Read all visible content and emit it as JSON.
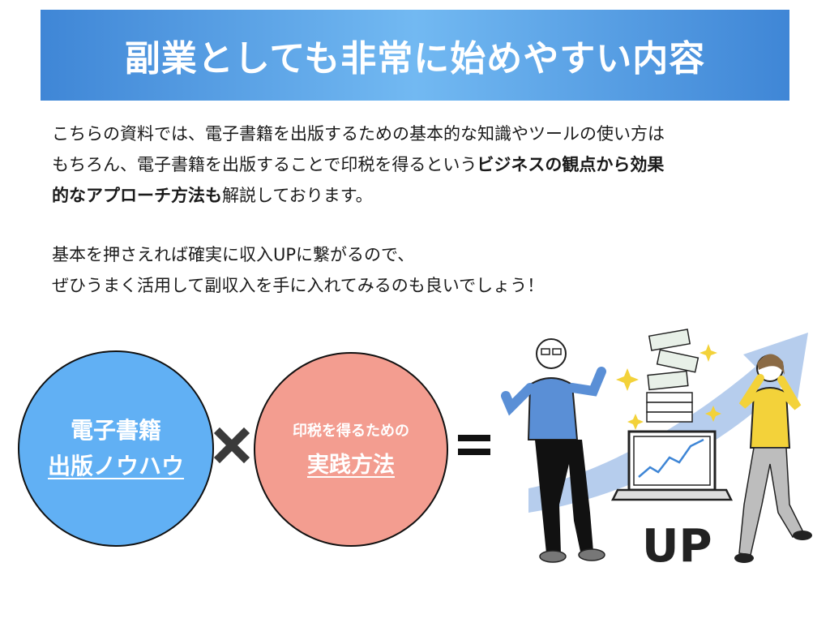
{
  "header": {
    "title": "副業としても非常に始めやすい内容"
  },
  "paragraph1": {
    "line1": "こちらの資料では、電子書籍を出版するための基本的な知識やツールの使い方は",
    "line2_normal": "もちろん、電子書籍を出版することで印税を得るという",
    "line2_bold": "ビジネスの観点から効果",
    "line3_bold": "的なアプローチ方法も",
    "line3_normal": "解説しております。"
  },
  "paragraph2": {
    "line1": "基本を押さえれば確実に収入UPに繋がるので、",
    "line2": "ぜひうまく活用して副収入を手に入れてみるのも良いでしょう！"
  },
  "formula": {
    "circle1": {
      "line1": "電子書籍",
      "line2": "出版ノウハウ",
      "color": "#61b0f4"
    },
    "operator_times_icon": "times-icon",
    "circle2": {
      "line1": "印税を得るための",
      "line2": "実践方法",
      "color": "#f39d90"
    },
    "operator_equals_icon": "equals-icon"
  },
  "illustration": {
    "up_label": "UP",
    "icon": "income-up-illustration"
  }
}
